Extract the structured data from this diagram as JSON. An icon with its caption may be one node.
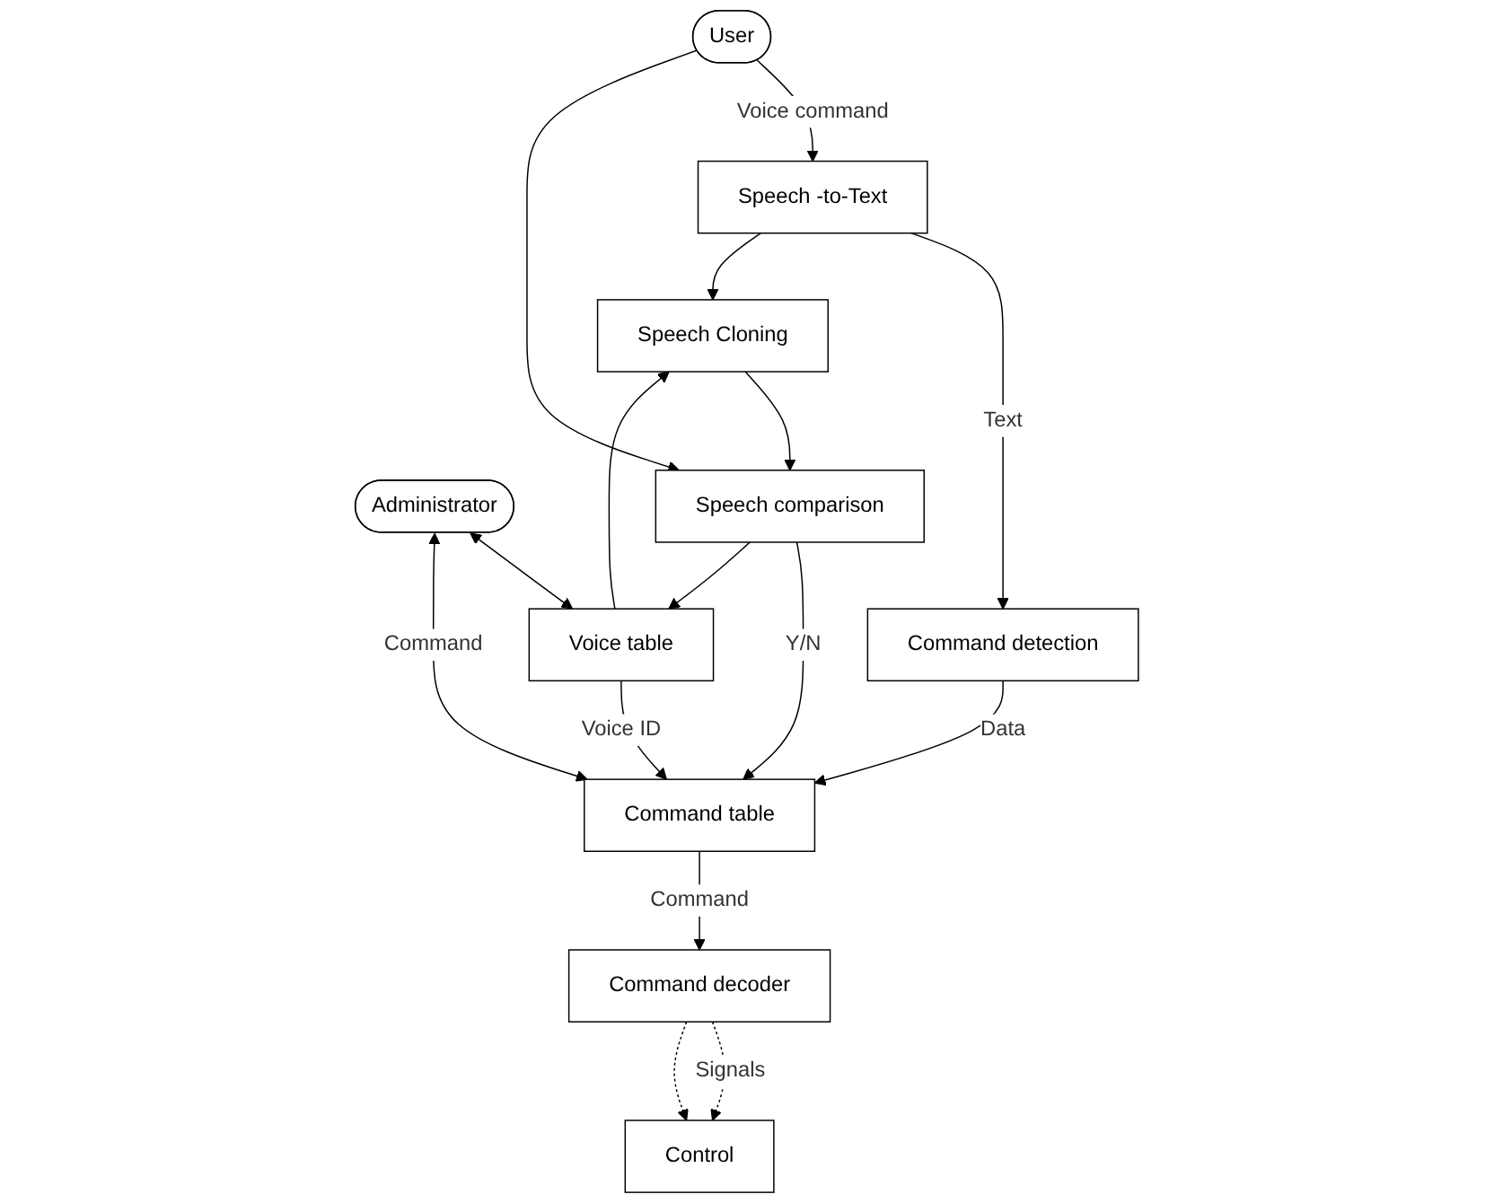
{
  "diagram": {
    "nodes": [
      {
        "text": [
          "User"
        ]
      },
      {
        "text": [
          "Administrator"
        ]
      },
      {
        "text": [
          "Speech -to-Text"
        ]
      },
      {
        "text": [
          "Voice table"
        ]
      },
      {
        "text": [
          "Speech Cloning"
        ]
      },
      {
        "text": [
          "Command detection"
        ]
      },
      {
        "text": [
          "Speech comparison"
        ]
      },
      {
        "text": [
          "Command table"
        ]
      },
      {
        "text": [
          "Command decoder"
        ]
      },
      {
        "text": [
          "Control"
        ]
      }
    ],
    "edges": [
      {
        "from": 0,
        "to": 2,
        "arrow": "to",
        "label": "Voice command"
      },
      {
        "from": 0,
        "to": 6,
        "arrow": "to"
      },
      {
        "from": 1,
        "to": 3,
        "arrow": "both"
      },
      {
        "from": 3,
        "to": 4,
        "arrow": "to"
      },
      {
        "from": 2,
        "to": 5,
        "arrow": "to",
        "label": "Text"
      },
      {
        "from": 2,
        "to": 4,
        "arrow": "to"
      },
      {
        "from": 4,
        "to": 6,
        "arrow": "to"
      },
      {
        "from": 5,
        "to": 7,
        "arrow": "to",
        "label": "Data"
      },
      {
        "from": 6,
        "to": 7,
        "arrow": "to",
        "label": "Y/N"
      },
      {
        "from": 6,
        "to": 3,
        "arrow": "to"
      },
      {
        "from": 3,
        "to": 7,
        "arrow": "to",
        "label": "Voice ID"
      },
      {
        "from": 1,
        "to": 7,
        "arrow": "both",
        "label": "Command"
      },
      {
        "from": 7,
        "to": 8,
        "arrow": "to",
        "label": "Command"
      },
      {
        "from": 8,
        "to": 9,
        "arrow": "to",
        "style": "dashed",
        "label": "Signals"
      },
      {
        "from": 8,
        "to": 9,
        "arrow": "to",
        "style": "dashed"
      }
    ]
  }
}
